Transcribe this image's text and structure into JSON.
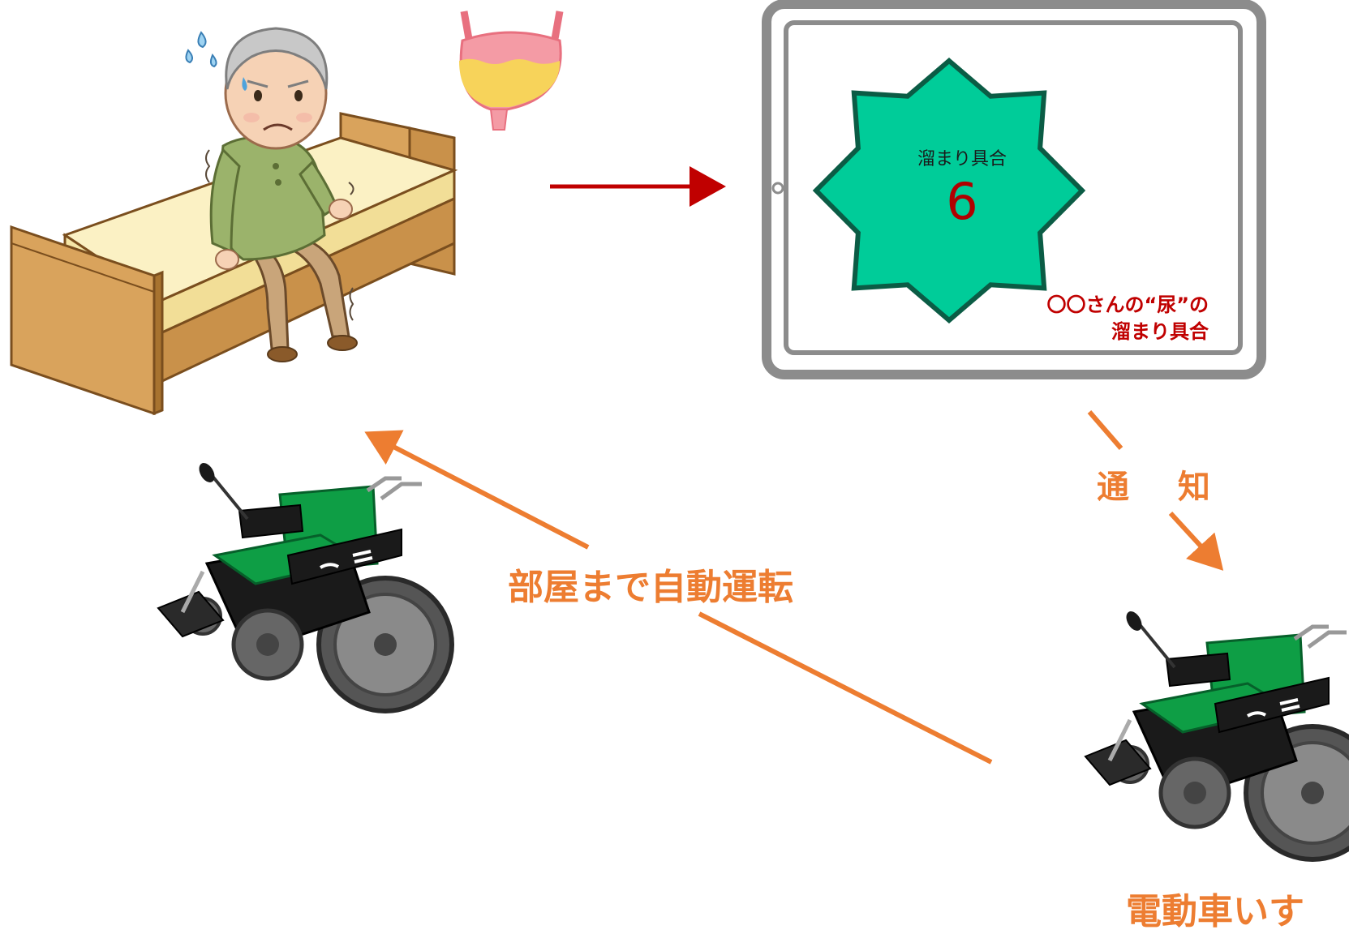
{
  "tablet": {
    "star_caption": "溜まり具合",
    "star_value": "6",
    "note_line1": "〇〇さんの“尿”の",
    "note_line2": "溜まり具合"
  },
  "labels": {
    "notify_char1": "通",
    "notify_char2": "知",
    "autodrive": "部屋まで自動運転",
    "wheelchair": "電動車いす"
  },
  "colors": {
    "accent_orange": "#ED7D31",
    "arrow_red": "#C00000",
    "star_green": "#00CC99",
    "wheelchair_green": "#0E9E45"
  },
  "icons": [
    "bed-icon",
    "elderly-man-icon",
    "bladder-icon",
    "tablet-icon",
    "star-icon",
    "wheelchair-icon"
  ]
}
